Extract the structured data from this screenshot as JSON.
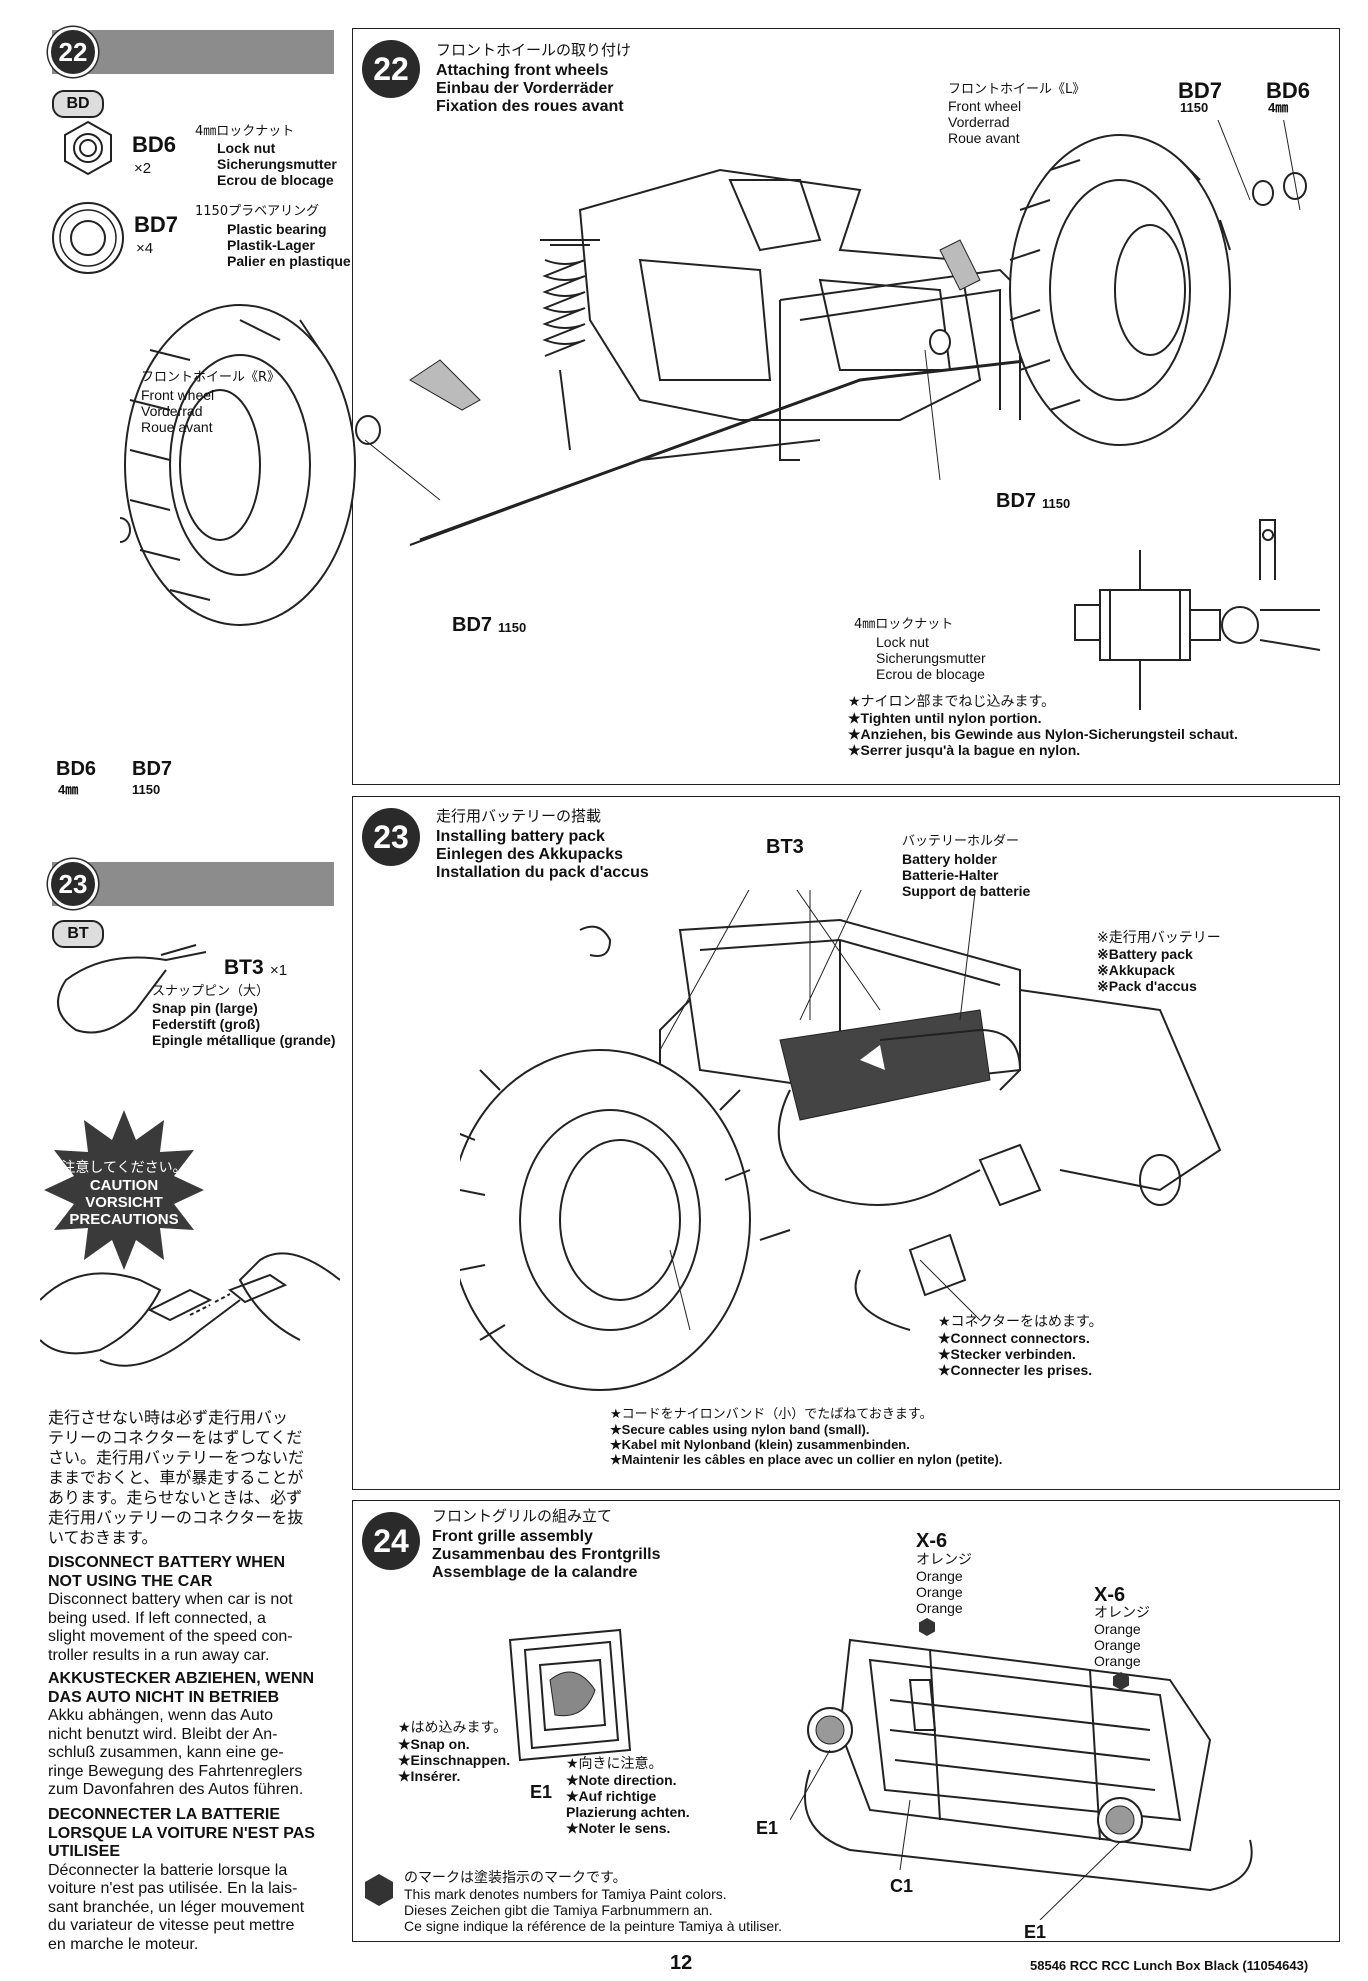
{
  "step22": {
    "number": "22",
    "bag": "BD",
    "parts": [
      {
        "code": "BD6",
        "qty": "×2",
        "spec": "4㎜ロックナット",
        "names": [
          "Lock nut",
          "Sicherungsmutter",
          "Ecrou de blocage"
        ]
      },
      {
        "code": "BD7",
        "qty": "×4",
        "spec": "1150プラベアリング",
        "names": [
          "Plastic bearing",
          "Plastik-Lager",
          "Palier en plastique"
        ]
      }
    ],
    "title_jp": "フロントホイールの取り付け",
    "titles": [
      "Attaching front wheels",
      "Einbau der Vorderräder",
      "Fixation des roues avant"
    ],
    "left_wheel": {
      "jp": "フロントホイール《L》",
      "names": [
        "Front wheel",
        "Vorderrad",
        "Roue avant"
      ]
    },
    "right_wheel": {
      "jp": "フロントホイール《R》",
      "names": [
        "Front wheel",
        "Vorderrad",
        "Roue avant"
      ]
    },
    "labels": {
      "bd7_top": "BD7",
      "bd7_top_sub": "1150",
      "bd6_top": "BD6",
      "bd6_top_sub": "4㎜",
      "bd7_mid": "BD7",
      "bd7_mid_sub": "1150",
      "bd7_left": "BD7",
      "bd7_left_sub": "1150",
      "bd6_bottom": "BD6",
      "bd6_bottom_sub": "4㎜",
      "bd7_bottom": "BD7",
      "bd7_bottom_sub": "1150"
    },
    "locknut_detail": {
      "jp": "4㎜ロックナット",
      "names": [
        "Lock nut",
        "Sicherungsmutter",
        "Ecrou de blocage"
      ]
    },
    "notes": [
      "★ナイロン部までねじ込みます。",
      "★Tighten until nylon portion.",
      "★Anziehen, bis Gewinde aus Nylon-Sicherungsteil schaut.",
      "★Serrer jusqu'à la bague en nylon."
    ]
  },
  "step23": {
    "number": "23",
    "bag": "BT",
    "part": {
      "code": "BT3",
      "qty": "×1",
      "spec": "スナップピン（大）",
      "names": [
        "Snap pin (large)",
        "Federstift (groß)",
        "Epingle métallique (grande)"
      ]
    },
    "title_jp": "走行用バッテリーの搭載",
    "titles": [
      "Installing battery pack",
      "Einlegen des Akkupacks",
      "Installation du pack d'accus"
    ],
    "bt3_label": "BT3",
    "holder": {
      "jp": "バッテリーホルダー",
      "names": [
        "Battery holder",
        "Batterie-Halter",
        "Support de batterie"
      ]
    },
    "pack": [
      "※走行用バッテリー",
      "※Battery pack",
      "※Akkupack",
      "※Pack d'accus"
    ],
    "connect": [
      "★コネクターをはめます。",
      "★Connect connectors.",
      "★Stecker verbinden.",
      "★Connecter les prises."
    ],
    "cables": [
      "★コードをナイロンバンド（小）でたばねておきます。",
      "★Secure cables using nylon band (small).",
      "★Kabel mit Nylonband (klein) zusammenbinden.",
      "★Maintenir les câbles en place avec un collier en nylon (petite)."
    ]
  },
  "caution": {
    "badge": [
      "注意してください。",
      "CAUTION",
      "VORSICHT",
      "PRECAUTIONS"
    ],
    "jp": [
      "走行させない時は必ず走行用バッ",
      "テリーのコネクターをはずしてくだ",
      "さい。走行用バッテリーをつないだ",
      "ままでおくと、車が暴走することが",
      "あります。走らせないときは、必ず",
      "走行用バッテリーのコネクターを抜",
      "いておきます。"
    ],
    "en_head": [
      "DISCONNECT BATTERY WHEN",
      "NOT USING THE CAR"
    ],
    "en_body": [
      "Disconnect battery when car is not",
      "being used. If left connected, a",
      "slight movement of the speed con-",
      "troller results in a run away car."
    ],
    "de_head": [
      "AKKUSTECKER ABZIEHEN, WENN",
      "DAS AUTO NICHT IN BETRIEB"
    ],
    "de_body": [
      "Akku abhängen, wenn das Auto",
      "nicht benutzt wird. Bleibt der An-",
      "schluß zusammen, kann eine ge-",
      "ringe Bewegung des Fahrtenreglers",
      "zum Davonfahren des Autos führen."
    ],
    "fr_head": [
      "DECONNECTER LA BATTERIE",
      "LORSQUE LA VOITURE N'EST PAS",
      "UTILISEE"
    ],
    "fr_body": [
      "Déconnecter la batterie lorsque la",
      "voiture n'est pas utilisée. En la lais-",
      "sant branchée, un léger mouvement",
      "du variateur de vitesse peut mettre",
      "en marche le moteur."
    ]
  },
  "step24": {
    "number": "24",
    "title_jp": "フロントグリルの組み立て",
    "titles": [
      "Front grille assembly",
      "Zusammenbau des Frontgrills",
      "Assemblage de la calandre"
    ],
    "snap": [
      "★はめ込みます。",
      "★Snap on.",
      "★Einschnappen.",
      "★Insérer."
    ],
    "direction": [
      "★向きに注意。",
      "★Note direction.",
      "★Auf richtige",
      "Plazierung achten.",
      "★Noter le sens."
    ],
    "paint1": {
      "code": "X-6",
      "jp": "オレンジ",
      "names": [
        "Orange",
        "Orange",
        "Orange"
      ]
    },
    "paint2": {
      "code": "X-6",
      "jp": "オレンジ",
      "names": [
        "Orange",
        "Orange",
        "Orange"
      ]
    },
    "e1_a": "E1",
    "e1_b": "E1",
    "e1_c": "E1",
    "c1": "C1",
    "paint_note": [
      "のマークは塗装指示のマークです。",
      "This mark denotes numbers for Tamiya Paint colors.",
      "Dieses Zeichen gibt die Tamiya Farbnummern an.",
      "Ce signe indique la référence de la peinture Tamiya à utiliser."
    ]
  },
  "footer": {
    "page": "12",
    "doc": "58546 RCC RCC Lunch Box Black (11054643)"
  }
}
